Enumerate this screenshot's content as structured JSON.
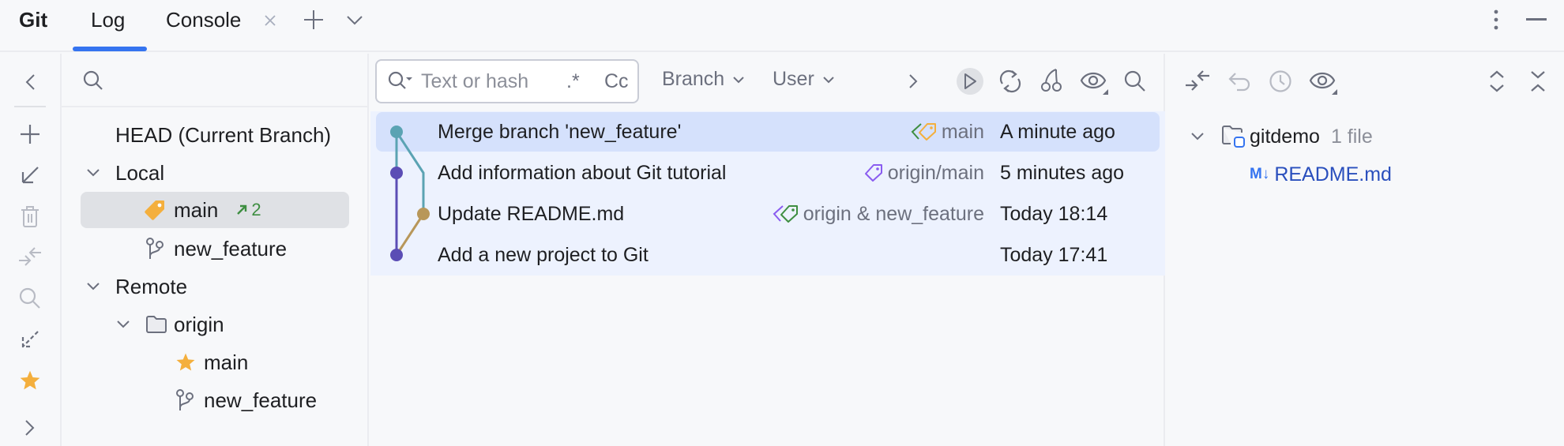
{
  "topbar": {
    "tool_title": "Git",
    "tabs": [
      {
        "label": "Log",
        "active": true
      },
      {
        "label": "Console",
        "active": false,
        "closable": true
      }
    ],
    "icons": [
      "close-tab-icon",
      "add-tab-icon",
      "tabs-dropdown-icon",
      "more-options-icon",
      "minimize-icon"
    ]
  },
  "left_toolbar": {
    "items": [
      {
        "name": "collapse-panel-icon",
        "enabled": true
      },
      {
        "name": "new-branch-icon",
        "enabled": true
      },
      {
        "name": "update-branch-icon",
        "enabled": true
      },
      {
        "name": "delete-branch-icon",
        "enabled": false
      },
      {
        "name": "compare-branches-icon",
        "enabled": false
      },
      {
        "name": "search-icon",
        "enabled": false
      },
      {
        "name": "fetch-icon",
        "enabled": true
      },
      {
        "name": "favorite-star-icon",
        "enabled": true,
        "color": "#f4af3d"
      },
      {
        "name": "expand-panel-icon",
        "enabled": true
      }
    ]
  },
  "branches": {
    "search_placeholder": "",
    "head_label": "HEAD (Current Branch)",
    "local": {
      "label": "Local",
      "items": [
        {
          "name": "main",
          "icon": "tag-icon",
          "ahead": "2",
          "selected": true
        },
        {
          "name": "new_feature",
          "icon": "branch-icon"
        }
      ]
    },
    "remote": {
      "label": "Remote",
      "origin": {
        "label": "origin",
        "items": [
          {
            "name": "main",
            "icon": "star-icon"
          },
          {
            "name": "new_feature",
            "icon": "branch-icon"
          }
        ]
      }
    }
  },
  "log": {
    "search": {
      "placeholder": "Text or hash",
      "regex_label": ".*",
      "case_label": "Cc"
    },
    "filters": {
      "branch": "Branch",
      "user": "User"
    },
    "commits": [
      {
        "message": "Merge branch 'new_feature'",
        "refs": "main",
        "date": "A minute ago",
        "selected": true,
        "node_color": "#5ba3b3"
      },
      {
        "message": "Add information about Git tutorial",
        "refs": "origin/main",
        "date": "5 minutes ago",
        "node_color": "#5b4db5"
      },
      {
        "message": "Update README.md",
        "refs": "origin & new_feature",
        "date": "Today 18:14",
        "node_color": "#b8975a"
      },
      {
        "message": "Add a new project to Git",
        "refs": "",
        "date": "Today 17:41",
        "node_color": "#5b4db5"
      }
    ]
  },
  "changes": {
    "folder": {
      "name": "gitdemo",
      "count": "1 file"
    },
    "files": [
      {
        "name": "README.md",
        "type_badge": "M↓",
        "color": "#2a4fbd"
      }
    ]
  },
  "colors": {
    "accent": "#3574f0",
    "selection": "#d5e1fc",
    "row_highlight": "#edf2fe",
    "ahead_green": "#3e8e41",
    "star_orange": "#f4af3d",
    "graph_teal": "#5ba3b3",
    "graph_purple": "#5b4db5",
    "graph_gold": "#b8975a"
  }
}
